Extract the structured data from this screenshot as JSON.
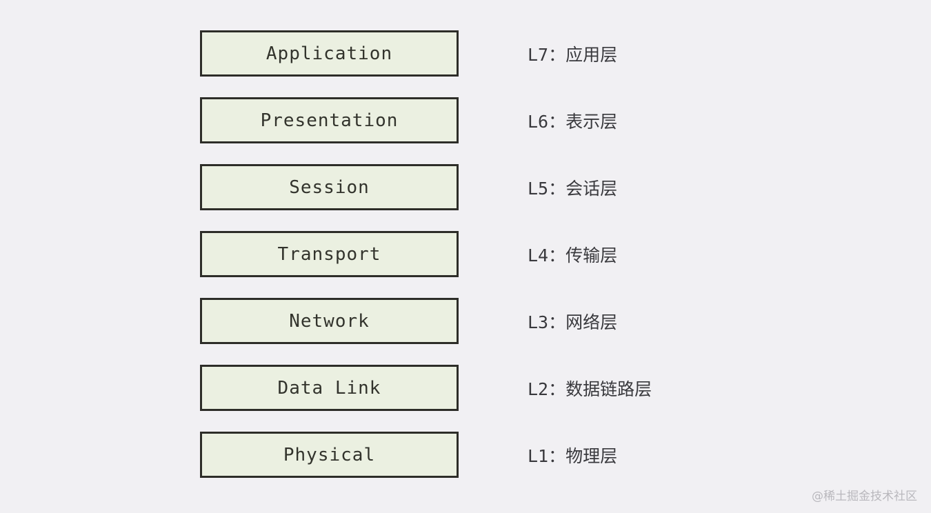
{
  "colors": {
    "page_bg": "#f1f0f3",
    "box_fill": "#ebf0e1",
    "box_border": "#2d2d28",
    "box_text": "#32332c",
    "label_text": "#39393d",
    "watermark": "#b9b8bd"
  },
  "layers": [
    {
      "name": "Application",
      "label": "L7：应用层"
    },
    {
      "name": "Presentation",
      "label": "L6：表示层"
    },
    {
      "name": "Session",
      "label": "L5：会话层"
    },
    {
      "name": "Transport",
      "label": "L4：传输层"
    },
    {
      "name": "Network",
      "label": "L3：网络层"
    },
    {
      "name": "Data Link",
      "label": "L2：数据链路层"
    },
    {
      "name": "Physical",
      "label": "L1：物理层"
    }
  ],
  "watermark": {
    "text": "@稀土掘金技术社区"
  }
}
